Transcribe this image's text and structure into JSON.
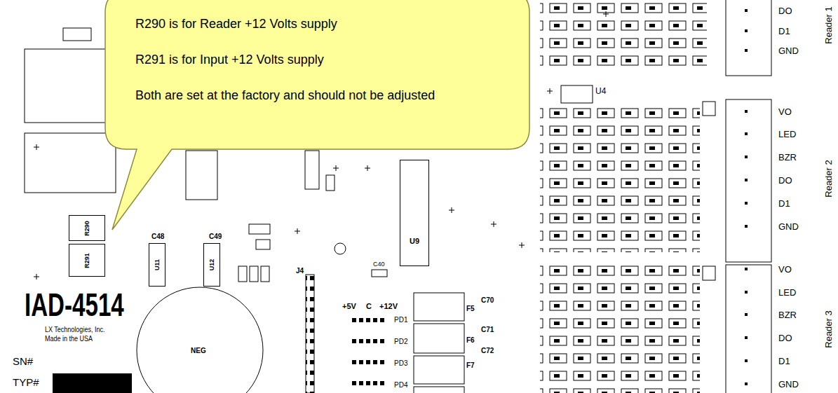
{
  "diagram": {
    "nodes": [
      {
        "text": [
          "R290 is for Reader +12 Volts supply",
          "R291 is for Input +12 Volts supply",
          "Both are set at the factory and should not be adjusted"
        ]
      },
      {
        "text": [
          "R290"
        ]
      },
      {
        "text": [
          "R291"
        ]
      },
      {
        "text": [
          "U11"
        ]
      },
      {
        "text": [
          "U12"
        ]
      },
      {
        "text": [
          "U9"
        ]
      }
    ],
    "labels": [
      "IAD-4514",
      "LX Technologies, Inc.",
      "Made in the USA",
      "SN#",
      "TYP#",
      "NEG",
      "+5V",
      "C",
      "+12V",
      "PD1",
      "PD2",
      "PD3",
      "PD4",
      "J4",
      "C48",
      "C49",
      "C40",
      "C70",
      "C71",
      "C72",
      "F5",
      "F6",
      "F7",
      "U4",
      "DO",
      "D1",
      "GND",
      "VO",
      "LED",
      "BZR",
      "DO",
      "D1",
      "GND",
      "VO",
      "LED",
      "BZR",
      "DO",
      "D1",
      "GND",
      "Reader 1",
      "Reader 2",
      "Reader 3"
    ]
  }
}
